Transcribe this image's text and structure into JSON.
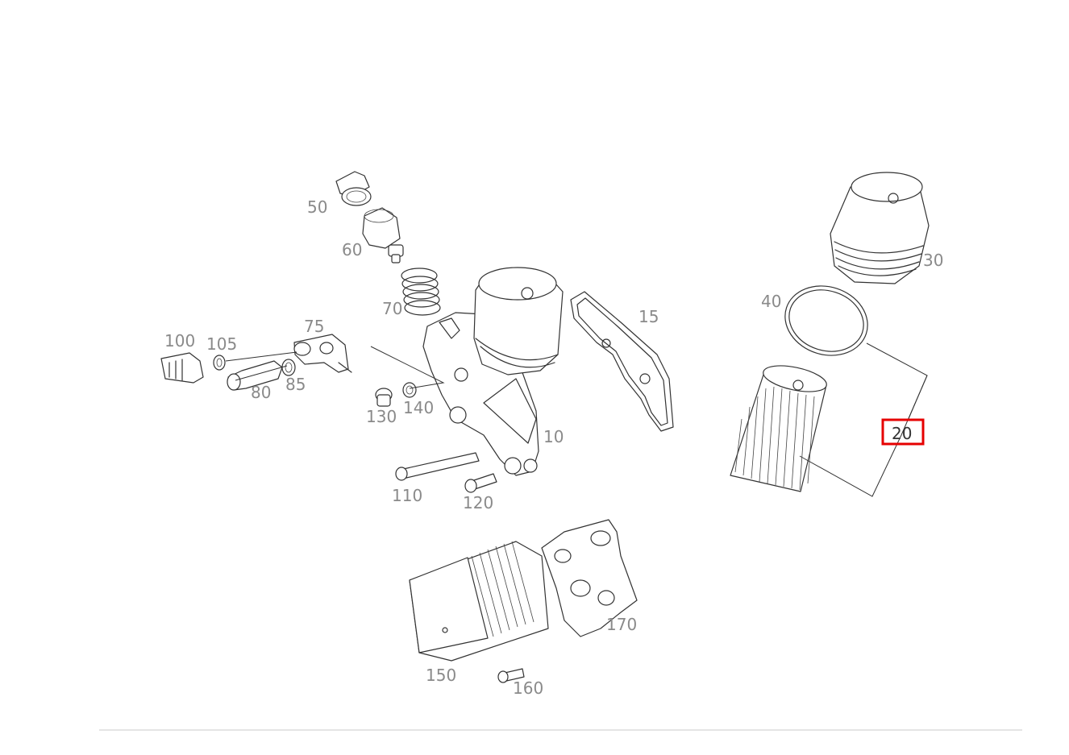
{
  "diagram": {
    "labels": [
      {
        "id": "50",
        "text": "50"
      },
      {
        "id": "60",
        "text": "60"
      },
      {
        "id": "70",
        "text": "70"
      },
      {
        "id": "75",
        "text": "75"
      },
      {
        "id": "100",
        "text": "100"
      },
      {
        "id": "105",
        "text": "105"
      },
      {
        "id": "80",
        "text": "80"
      },
      {
        "id": "85",
        "text": "85"
      },
      {
        "id": "130",
        "text": "130"
      },
      {
        "id": "140",
        "text": "140"
      },
      {
        "id": "15",
        "text": "15"
      },
      {
        "id": "10",
        "text": "10"
      },
      {
        "id": "110",
        "text": "110"
      },
      {
        "id": "120",
        "text": "120"
      },
      {
        "id": "30",
        "text": "30"
      },
      {
        "id": "40",
        "text": "40"
      },
      {
        "id": "20",
        "text": "20"
      },
      {
        "id": "150",
        "text": "150"
      },
      {
        "id": "160",
        "text": "160"
      },
      {
        "id": "170",
        "text": "170"
      }
    ],
    "selected_part": "20",
    "highlight_color": "#e60000",
    "line_color": "#333333",
    "label_color": "#8a8a8a"
  }
}
